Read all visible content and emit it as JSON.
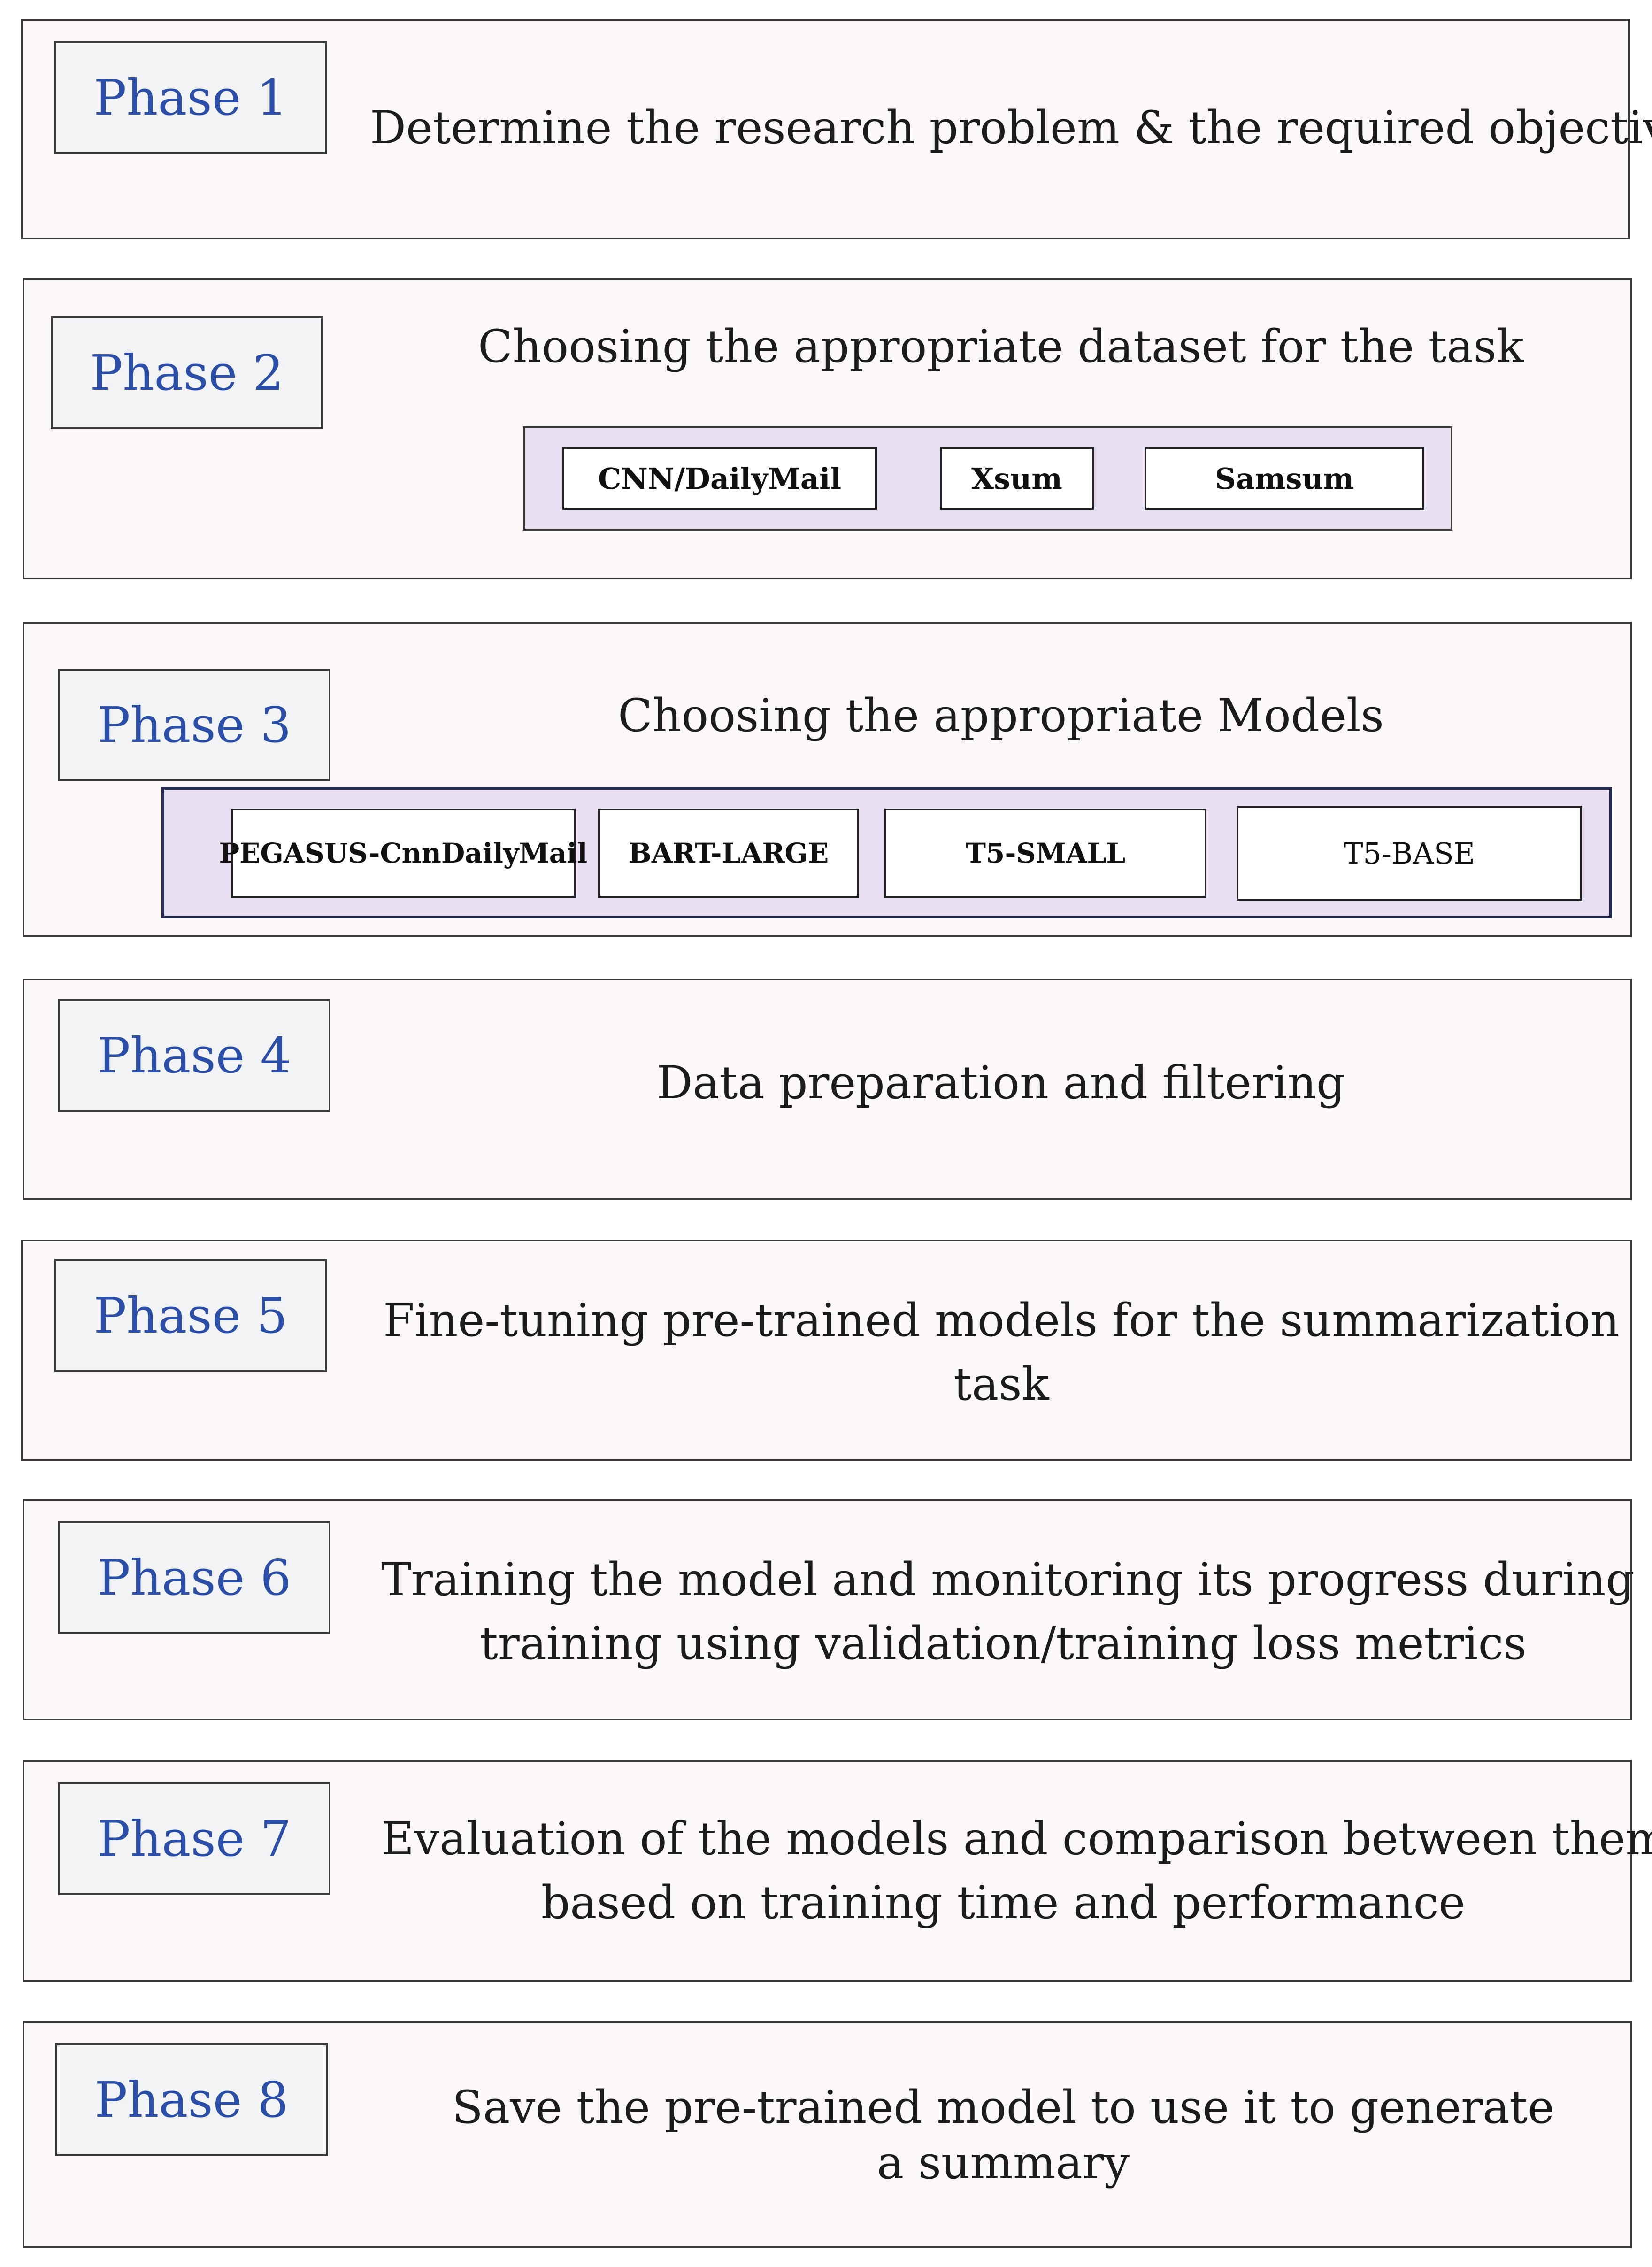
{
  "phases": [
    {
      "label": "Phase 1",
      "text": "Determine the research problem & the required objective"
    },
    {
      "label": "Phase 2",
      "text": "Choosing the appropriate dataset for the task",
      "datasets": [
        "CNN/DailyMail",
        "Xsum",
        "Samsum"
      ]
    },
    {
      "label": "Phase 3",
      "text": "Choosing the appropriate Models",
      "models": [
        "PEGASUS-CnnDailyMail",
        "BART-LARGE",
        "T5-SMALL",
        "T5-BASE"
      ]
    },
    {
      "label": "Phase 4",
      "text": "Data preparation and filtering"
    },
    {
      "label": "Phase 5",
      "text_lines": [
        "Fine-tuning pre-trained models for the summarization",
        "task"
      ]
    },
    {
      "label": "Phase 6",
      "text_lines": [
        "Training the model and monitoring its progress during",
        "training using validation/training loss metrics"
      ]
    },
    {
      "label": "Phase 7",
      "text_lines": [
        "Evaluation of the models and comparison between them",
        "based on training time and performance"
      ]
    },
    {
      "label": "Phase 8",
      "text_lines": [
        "Save the pre-trained model to use it to generate",
        "a summary"
      ]
    }
  ]
}
